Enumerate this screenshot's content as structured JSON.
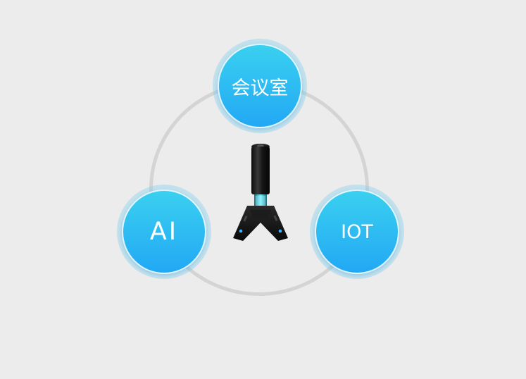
{
  "nodes": {
    "top": {
      "label": "会议室"
    },
    "left": {
      "label": "AI"
    },
    "right": {
      "label": "IOT"
    }
  },
  "colors": {
    "background": "#ececec",
    "ring": "#d4d4d4",
    "node_top": "#3ad0f0",
    "node_bottom": "#22a8f4"
  },
  "icons": {
    "center": "conference-camera-device-icon"
  }
}
